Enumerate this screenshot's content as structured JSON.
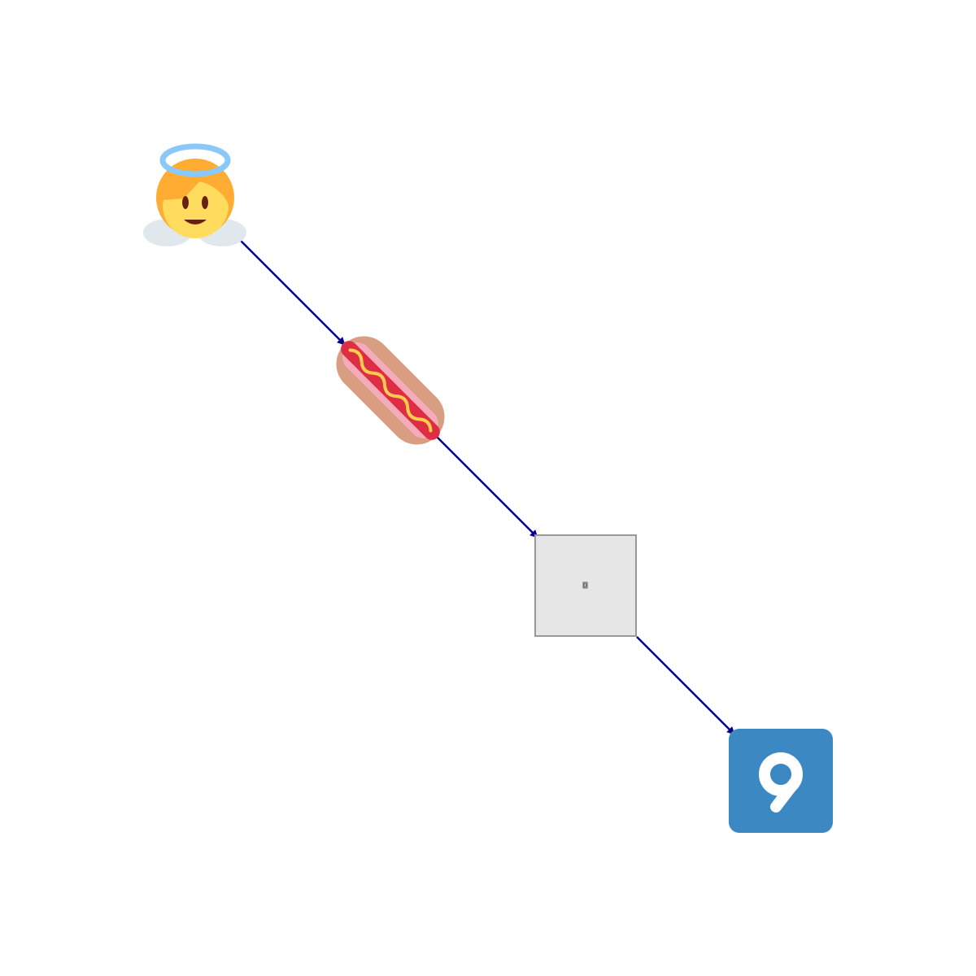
{
  "diagram": {
    "nodes": [
      {
        "id": "angel",
        "icon": "baby-angel-icon"
      },
      {
        "id": "hotdog",
        "icon": "hot-dog-icon"
      },
      {
        "id": "box",
        "icon": "placeholder-box",
        "label": "0"
      },
      {
        "id": "nine",
        "icon": "keycap-digit-nine-icon",
        "label": "9"
      }
    ],
    "edges": [
      {
        "from": "angel",
        "to": "hotdog"
      },
      {
        "from": "hotdog",
        "to": "box"
      },
      {
        "from": "box",
        "to": "nine"
      }
    ]
  },
  "colors": {
    "edge": "#00008b",
    "box_fill": "#e6e6e6",
    "box_stroke": "#999999",
    "keycap": "#3b88c3",
    "background": "#ffffff"
  }
}
